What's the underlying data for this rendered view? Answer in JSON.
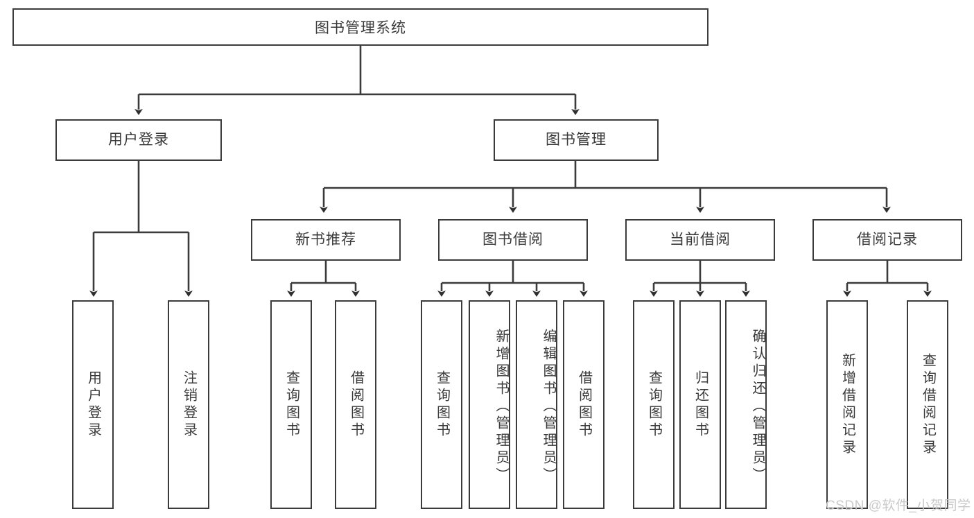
{
  "diagram": {
    "title": "图书管理系统",
    "type": "tree-hierarchy",
    "stroke_color": "#3b3b3b",
    "text_color": "#3a3a3a",
    "background_color": "#ffffff",
    "root": {
      "label": "图书管理系统"
    },
    "level2": [
      {
        "label": "用户登录"
      },
      {
        "label": "图书管理"
      }
    ],
    "level3": [
      {
        "label": "新书推荐"
      },
      {
        "label": "图书借阅"
      },
      {
        "label": "当前借阅"
      },
      {
        "label": "借阅记录"
      }
    ],
    "leaves": {
      "user_login": [
        {
          "label": "用户登录"
        },
        {
          "label": "注销登录"
        }
      ],
      "new_book_recommend": [
        {
          "label": "查询图书"
        },
        {
          "label": "借阅图书"
        }
      ],
      "book_borrow": [
        {
          "label": "查询图书"
        },
        {
          "label": "新增图书（管理员）"
        },
        {
          "label": "编辑图书（管理员）"
        },
        {
          "label": "借阅图书"
        }
      ],
      "current_borrow": [
        {
          "label": "查询图书"
        },
        {
          "label": "归还图书"
        },
        {
          "label": "确认归还（管理员）"
        }
      ],
      "borrow_record": [
        {
          "label": "新增借阅记录"
        },
        {
          "label": "查询借阅记录"
        }
      ]
    }
  },
  "watermark": {
    "text": "CSDN @软件_小贺同学"
  }
}
